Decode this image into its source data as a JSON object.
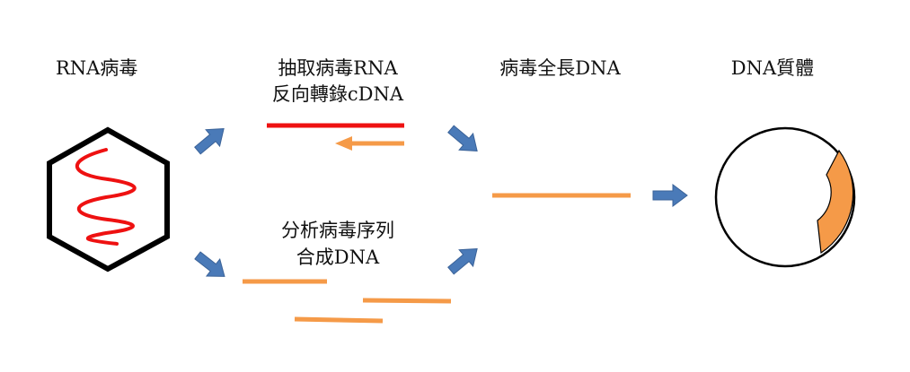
{
  "labels": {
    "rna_virus": "RNA病毒",
    "extract_line1": "抽取病毒RNA",
    "extract_line2": "反向轉錄cDNA",
    "full_length": "病毒全長DNA",
    "plasmid": "DNA質體",
    "analyze_line1": "分析病毒序列",
    "analyze_line2": "合成DNA"
  },
  "colors": {
    "arrow": "#4a7ab8",
    "rna": "#ee1111",
    "dna": "#f59a48",
    "outline": "#000000"
  }
}
